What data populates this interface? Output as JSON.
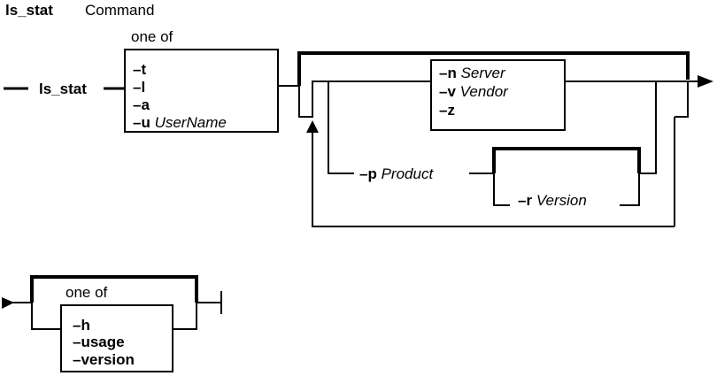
{
  "title": {
    "name": "ls_stat",
    "word": "Command"
  },
  "main": {
    "command": "ls_stat",
    "group1": {
      "header": "one of",
      "options": [
        {
          "flag": "–t",
          "arg": ""
        },
        {
          "flag": "–l",
          "arg": ""
        },
        {
          "flag": "–a",
          "arg": ""
        },
        {
          "flag": "–u",
          "arg": "UserName"
        }
      ]
    },
    "group2": {
      "options": [
        {
          "flag": "–n",
          "arg": "Server"
        },
        {
          "flag": "–v",
          "arg": "Vendor"
        },
        {
          "flag": "–z",
          "arg": ""
        }
      ]
    },
    "product": {
      "flag": "–p",
      "arg": "Product"
    },
    "version": {
      "flag": "–r",
      "arg": "Version"
    }
  },
  "bottom": {
    "header": "one of",
    "options": [
      {
        "flag": "–h"
      },
      {
        "flag": "–usage"
      },
      {
        "flag": "–version"
      }
    ]
  }
}
